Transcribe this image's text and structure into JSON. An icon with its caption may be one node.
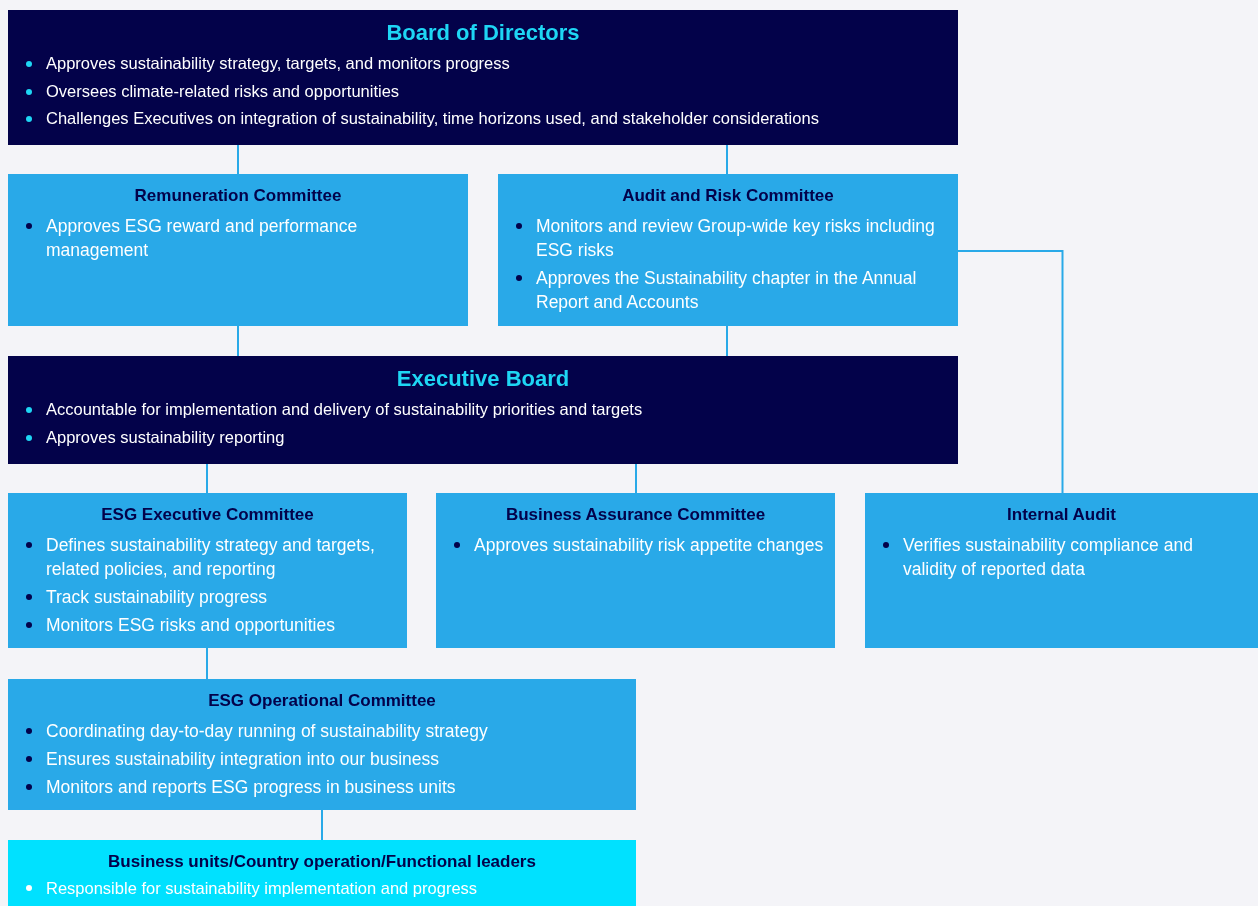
{
  "diagram": {
    "nodes": [
      {
        "text": [
          "Board of Directors",
          "Approves sustainability strategy, targets, and monitors progress",
          "Oversees climate-related risks and opportunities",
          "Challenges Executives on integration of sustainability, time horizons used, and stakeholder considerations"
        ]
      },
      {
        "text": [
          "Remuneration Committee",
          "Approves ESG reward and performance management"
        ]
      },
      {
        "text": [
          "Audit and Risk Committee",
          "Monitors and review Group-wide key risks including ESG risks",
          "Approves the Sustainability chapter in the Annual Report and Accounts"
        ]
      },
      {
        "text": [
          "Executive Board",
          "Accountable for implementation and delivery of sustainability priorities and targets",
          "Approves sustainability reporting"
        ]
      },
      {
        "text": [
          "ESG Executive Committee",
          "Defines sustainability strategy and targets, related policies, and reporting",
          "Track sustainability progress",
          "Monitors ESG risks and opportunities"
        ]
      },
      {
        "text": [
          "Business Assurance Committee",
          "Approves sustainability risk appetite changes"
        ]
      },
      {
        "text": [
          "Internal Audit",
          "Verifies sustainability compliance and validity of reported data"
        ]
      },
      {
        "text": [
          "ESG Operational Committee",
          "Coordinating day-to-day running of sustainability strategy",
          "Ensures sustainability integration into our business",
          "Monitors and reports ESG progress in business units"
        ]
      },
      {
        "text": [
          "Business units/Country operation/Functional leaders",
          "Responsible for sustainability implementation and progress"
        ]
      }
    ],
    "edges": [
      {
        "from": 0,
        "to": 1,
        "arrow": "none"
      },
      {
        "from": 0,
        "to": 2,
        "arrow": "none"
      },
      {
        "from": 1,
        "to": 3,
        "arrow": "none"
      },
      {
        "from": 2,
        "to": 3,
        "arrow": "none"
      },
      {
        "from": 2,
        "to": 6,
        "arrow": "none"
      },
      {
        "from": 3,
        "to": 4,
        "arrow": "none"
      },
      {
        "from": 3,
        "to": 5,
        "arrow": "none"
      },
      {
        "from": 4,
        "to": 7,
        "arrow": "none"
      },
      {
        "from": 7,
        "to": 8,
        "arrow": "none"
      }
    ]
  }
}
